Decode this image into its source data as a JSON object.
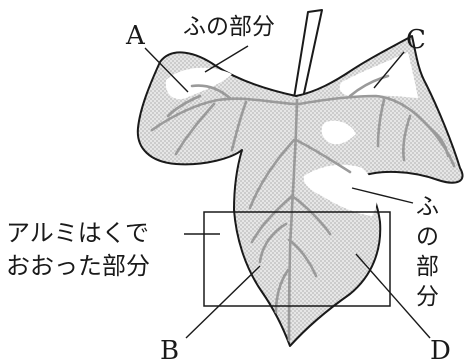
{
  "labels": {
    "a": "A",
    "b": "B",
    "c": "C",
    "d": "D"
  },
  "annotations": {
    "fu_top": "ふの部分",
    "foil_line1": "アルミはくで",
    "foil_line2": "おおった部分",
    "fu_right_chars": [
      "ふ",
      "の",
      "部",
      "分"
    ]
  }
}
